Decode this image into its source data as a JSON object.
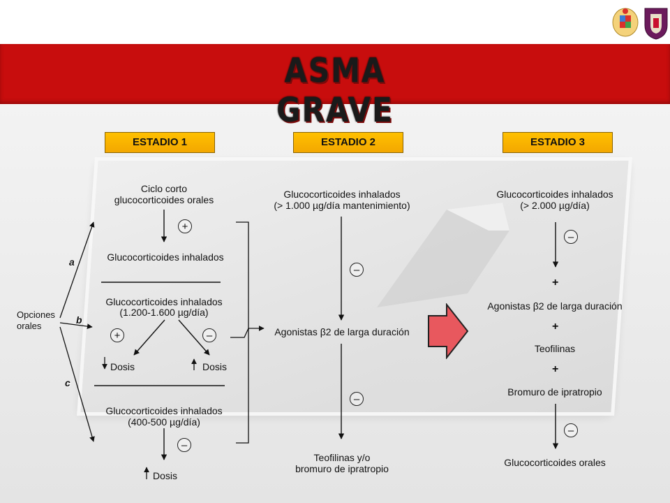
{
  "title": "ASMA GRAVE",
  "colors": {
    "banner": "#c80d0d",
    "stage_box": "#ffc000",
    "next_arrow": "#e8585e"
  },
  "stages": {
    "s1": "ESTADIO 1",
    "s2": "ESTADIO 2",
    "s3": "ESTADIO 3"
  },
  "options": {
    "label": "Opciones orales",
    "a": "a",
    "b": "b",
    "c": "c"
  },
  "col1": {
    "a_top_line1": "Ciclo corto",
    "a_top_line2": "glucocorticoides orales",
    "a_sign": "+",
    "a_bottom": "Glucocorticoides inhalados",
    "b_top_line1": "Glucocorticoides inhalados",
    "b_top_line2": "(1.200-1.600 µg/día)",
    "b_sign_left": "+",
    "b_sign_right": "–",
    "b_dose_left": "Dosis",
    "b_dose_right": "Dosis",
    "c_top_line1": "Glucocorticoides inhalados",
    "c_top_line2": "(400-500 µg/día)",
    "c_sign": "–",
    "c_dose": "Dosis"
  },
  "col2": {
    "top_line1": "Glucocorticoides inhalados",
    "top_line2": "(> 1.000 µg/día mantenimiento)",
    "sign1": "–",
    "middle": "Agonistas β2 de larga duración",
    "sign2": "–",
    "bottom_line1": "Teofilinas y/o",
    "bottom_line2": "bromuro de ipratropio"
  },
  "col3": {
    "top_line1": "Glucocorticoides inhalados",
    "top_line2": "(> 2.000 µg/día)",
    "sign1": "–",
    "plus1": "+",
    "item1": "Agonistas β2 de larga duración",
    "plus2": "+",
    "item2": "Teofilinas",
    "plus3": "+",
    "item3": "Bromuro de ipratropio",
    "sign2": "–",
    "bottom": "Glucocorticoides orales"
  },
  "icons": {
    "logos": "coat-of-arms-and-shield-icon",
    "next_arrow": "right-arrow-icon",
    "dose_up": "up-arrow-icon",
    "dose_down": "down-arrow-icon"
  }
}
